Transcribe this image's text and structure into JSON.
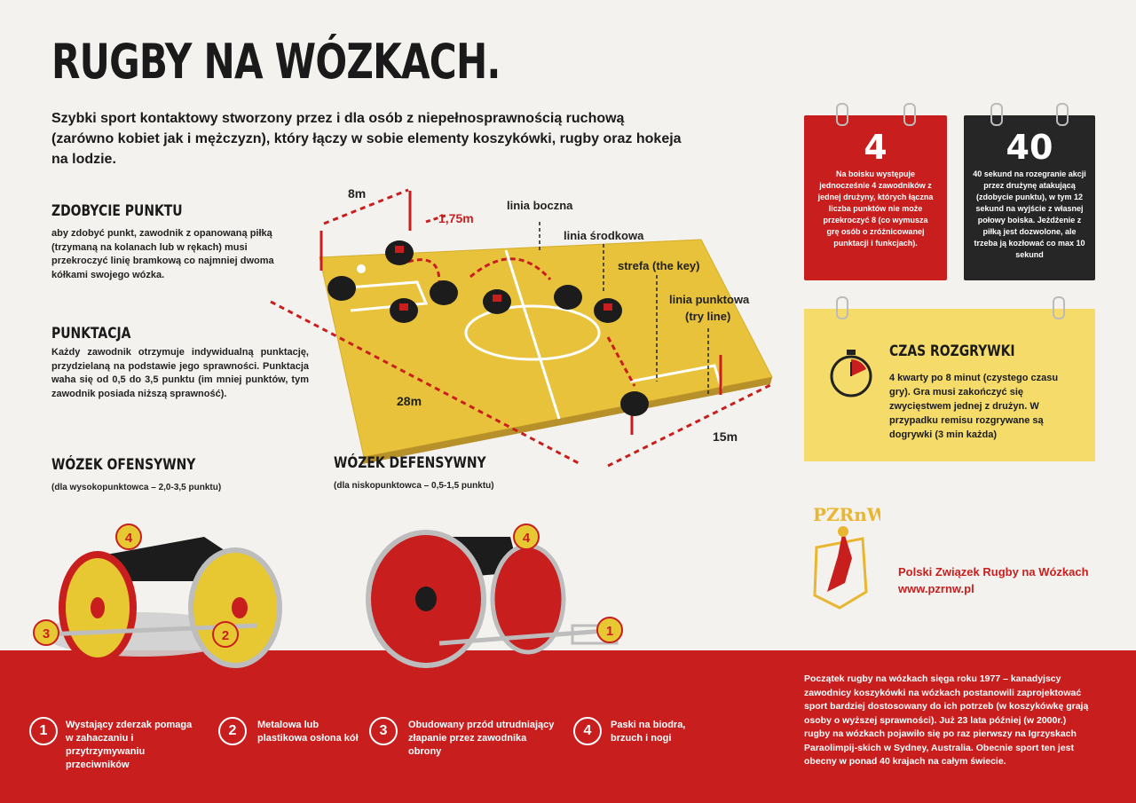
{
  "title": "RUGBY NA WÓZKACH.",
  "intro": "Szybki sport kontaktowy stworzony przez i dla osób z niepełnosprawnością ruchową (zarówno kobiet jak i mężczyzn), który łączy w sobie elementy koszykówki, rugby oraz hokeja na lodzie.",
  "scoring": {
    "heading": "ZDOBYCIE PUNKTU",
    "text": "aby zdobyć punkt, zawodnik z opanowaną piłką (trzymaną na kolanach lub w rękach) musi przekroczyć linię bramkową co najmniej dwoma kółkami swojego wózka."
  },
  "classification": {
    "heading": "PUNKTACJA",
    "text": "Każdy zawodnik otrzymuje indywidualną punktację, przydzielaną na podstawie jego sprawności. Punktacja waha się od 0,5 do 3,5 punktu (im mniej punktów, tym zawodnik posiada niższą sprawność)."
  },
  "court": {
    "dim_8m": "8m",
    "dim_175m": "1,75m",
    "dim_28m": "28m",
    "dim_15m": "15m",
    "labels": {
      "sideline": "linia boczna",
      "midline": "linia środkowa",
      "key": "strefa (the key)",
      "tryline_1": "linia punktowa",
      "tryline_2": "(try line)"
    }
  },
  "cards": {
    "players": {
      "number": "4",
      "text": "Na boisku występuje jednocześnie 4 zawodników z jednej drużyny, których łączna liczba punktów nie może przekroczyć 8 (co wymusza grę osób o zróżnicowanej punktacji i funkcjach)."
    },
    "seconds": {
      "number": "40",
      "text": "40 sekund na rozegranie akcji przez drużynę atakującą (zdobycie punktu), w tym 12 sekund na wyjście z własnej połowy boiska. Jeżdżenie z piłką jest dozwolone, ale trzeba ją kozłować co max 10 sekund"
    },
    "time": {
      "heading": "CZAS ROZGRYWKI",
      "text": "4 kwarty po 8 minut (czystego czasu gry). Gra musi zakończyć się zwycięstwem jednej z drużyn. W przypadku remisu rozgrywane są dogrywki (3 min każda)"
    }
  },
  "wheelchairs": {
    "offensive": {
      "heading": "WÓZEK OFENSYWNY",
      "sub": "(dla wysokopunktowca – 2,0-3,5 punktu)",
      "markers": [
        "4",
        "3",
        "2"
      ]
    },
    "defensive": {
      "heading": "WÓZEK DEFENSYWNY",
      "sub": "(dla niskopunktowca – 0,5-1,5 punktu)",
      "markers": [
        "4",
        "1"
      ]
    }
  },
  "org": {
    "logo_text": "PZRnW",
    "name": "Polski Związek Rugby na Wózkach",
    "url": "www.pzrnw.pl"
  },
  "legend": [
    {
      "num": "1",
      "text": "Wystający zderzak pomaga w zahaczaniu i przytrzymywaniu przeciwników"
    },
    {
      "num": "2",
      "text": "Metalowa lub plastikowa osłona kół"
    },
    {
      "num": "3",
      "text": "Obudowany przód utrudniający złapanie przez zawodnika obrony"
    },
    {
      "num": "4",
      "text": "Paski na biodra, brzuch i nogi"
    }
  ],
  "history": "Początek rugby na wózkach sięga roku 1977 – kanadyjscy zawodnicy koszykówki na wózkach postanowili zaprojektować sport bardziej dostosowany do ich potrzeb (w koszykówkę grają osoby o wyższej sprawności). Już 23 lata później (w 2000r.) rugby na wózkach pojawiło się po raz pierwszy na Igrzyskach Paraolimpij-skich w Sydney, Australia. Obecnie sport ten jest obecny w ponad 40 krajach na całym świecie.",
  "colors": {
    "red": "#c81e1e",
    "dark": "#262626",
    "yellow": "#f5dc6a",
    "court": "#e8c23a"
  }
}
